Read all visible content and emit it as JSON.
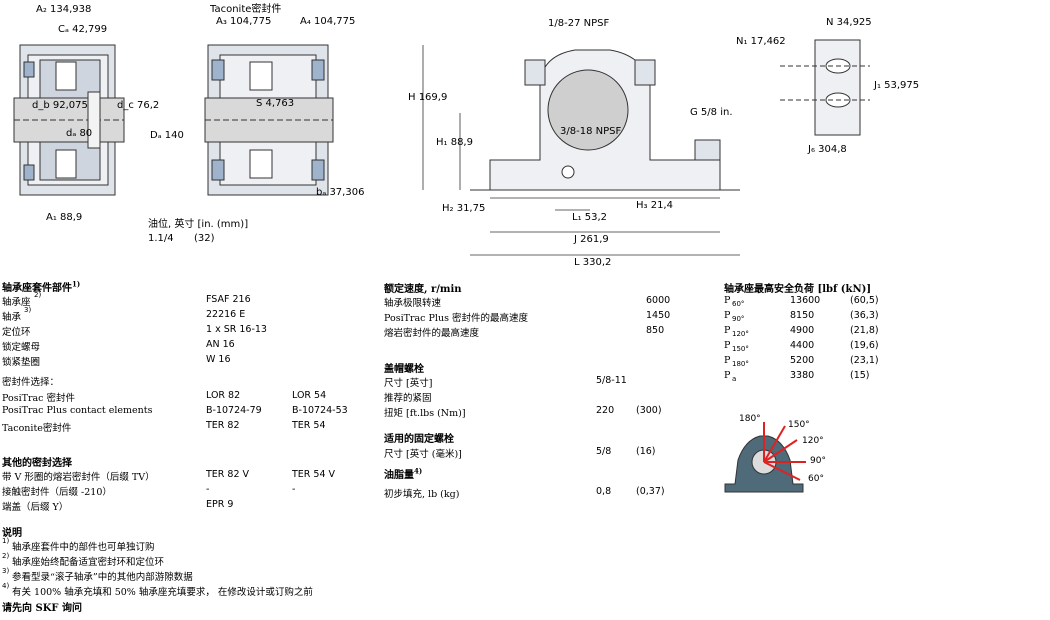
{
  "drawing": {
    "a2": "A₂ 134,938",
    "ca": "Cₐ 42,799",
    "db": "d_b 92,075",
    "dc": "d_c 76,2",
    "da": "dₐ 80",
    "Da": "Dₐ 140",
    "a1": "A₁ 88,9",
    "taconite": "Taconite密封件",
    "a3": "A₃ 104,775",
    "a4": "A₄ 104,775",
    "s": "S 4,763",
    "ba": "bₐ 37,306",
    "npsf_top": "1/8-27 NPSF",
    "npsf_mid": "3/8-18 NPSF",
    "h": "H 169,9",
    "h1": "H₁ 88,9",
    "h2": "H₂ 31,75",
    "h3": "H₃ 21,4",
    "g": "G 5/8 in.",
    "l1": "L₁ 53,2",
    "j": "J 261,9",
    "l": "L 330,2",
    "n": "N 34,925",
    "n1": "N₁ 17,462",
    "j1": "J₁ 53,975",
    "j6": "J₆ 304,8",
    "oil_label": "油位, 英寸 [in. (mm)]",
    "oil_in": "1.1/4",
    "oil_mm": "(32)"
  },
  "components": {
    "title": "轴承座套件部件",
    "title_sup": "1)",
    "rows": [
      {
        "label": "轴承座",
        "sup": "2)",
        "v1": "FSAF 216",
        "v2": ""
      },
      {
        "label": "轴承",
        "sup": "3)",
        "v1": "22216 E",
        "v2": ""
      },
      {
        "label": "定位环",
        "sup": "",
        "v1": "1 x SR 16-13",
        "v2": ""
      },
      {
        "label": "锁定螺母",
        "sup": "",
        "v1": "AN 16",
        "v2": ""
      },
      {
        "label": "锁紧垫圈",
        "sup": "",
        "v1": "W 16",
        "v2": ""
      }
    ],
    "seal_title": "密封件选择：",
    "seal_rows": [
      {
        "label": "PosiTrac 密封件",
        "v1": "LOR 82",
        "v2": "LOR 54"
      },
      {
        "label": "PosiTrac Plus contact elements",
        "v1": "B-10724-79",
        "v2": "B-10724-53"
      },
      {
        "label": "Taconite密封件",
        "v1": "TER 82",
        "v2": "TER 54"
      }
    ],
    "other_title": "其他的密封选择",
    "other_rows": [
      {
        "label": "带 V 形圈的熔岩密封件（后缀 TV）",
        "v1": "TER 82 V",
        "v2": "TER 54 V"
      },
      {
        "label": "接触密封件（后缀 -210）",
        "v1": "-",
        "v2": "-"
      },
      {
        "label": "端盖（后缀 Y）",
        "v1": "EPR 9",
        "v2": ""
      }
    ]
  },
  "notes": {
    "title": "说明",
    "items": [
      {
        "sup": "1)",
        "text": "轴承座套件中的部件也可单独订购"
      },
      {
        "sup": "2)",
        "text": "轴承座始终配备适宜密封环和定位环"
      },
      {
        "sup": "3)",
        "text": "参看型录“滚子轴承”中的其他内部游隙数据"
      },
      {
        "sup": "4)",
        "text": "有关 100% 轴承充填和 50% 轴承座充填要求， 在修改设计或订购之前"
      }
    ],
    "contact": "请先向 SKF 询问"
  },
  "speed": {
    "title": "额定速度, r/min",
    "rows": [
      {
        "label": "轴承极限转速",
        "value": "6000"
      },
      {
        "label": "PosiTrac Plus 密封件的最高速度",
        "value": "1450"
      },
      {
        "label": "熔岩密封件的最高速度",
        "value": "850"
      }
    ],
    "cap_title": "盖帽螺栓",
    "cap_rows": [
      {
        "label": "尺寸 [英寸]",
        "v1": "5/8-11",
        "v2": ""
      },
      {
        "label": "推荐的紧固",
        "v1": "",
        "v2": ""
      },
      {
        "label": "扭矩 [ft.lbs (Nm)]",
        "v1": "220",
        "v2": "(300)"
      }
    ],
    "fix_title": "适用的固定螺栓",
    "fix_rows": [
      {
        "label": "尺寸 [英寸 (毫米)]",
        "v1": "5/8",
        "v2": "(16)"
      }
    ],
    "grease_title": "油脂量",
    "grease_sup": "4)",
    "grease_rows": [
      {
        "label": "初步填充, lb (kg)",
        "v1": "0,8",
        "v2": "(0,37)"
      }
    ]
  },
  "loads": {
    "title": "轴承座最高安全负荷 [lbf (kN)]",
    "rows": [
      {
        "p": "P",
        "sub": "60°",
        "v1": "13600",
        "v2": "(60,5)"
      },
      {
        "p": "P",
        "sub": "90°",
        "v1": "8150",
        "v2": "(36,3)"
      },
      {
        "p": "P",
        "sub": "120°",
        "v1": "4900",
        "v2": "(21,8)"
      },
      {
        "p": "P",
        "sub": "150°",
        "v1": "4400",
        "v2": "(19,6)"
      },
      {
        "p": "P",
        "sub": "180°",
        "v1": "5200",
        "v2": "(23,1)"
      },
      {
        "p": "P",
        "sub": "a",
        "v1": "3380",
        "v2": "(15)"
      }
    ],
    "angles": {
      "a180": "180°",
      "a150": "150°",
      "a120": "120°",
      "a90": "90°",
      "a60": "60°"
    }
  }
}
